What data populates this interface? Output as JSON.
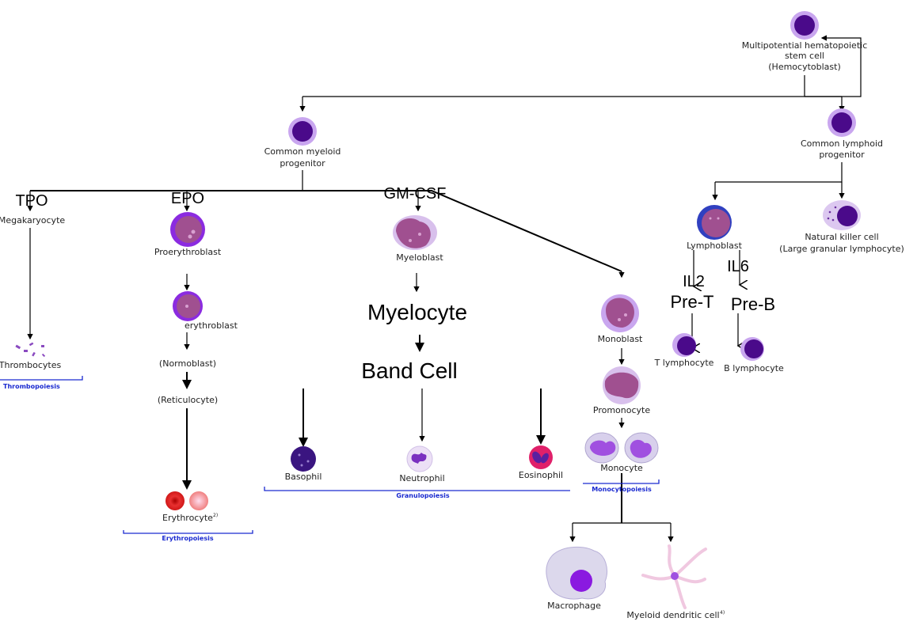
{
  "cells": {
    "hsc": [
      "Multipotential hematopoietic",
      "stem cell",
      "(Hemocytoblast)"
    ],
    "cmp": [
      "Common myeloid",
      "progenitor"
    ],
    "clp": [
      "Common lymphoid",
      "progenitor"
    ],
    "megakaryocyte": "Megakaryocyte",
    "thrombocytes": "Thrombocytes",
    "proerythroblast": "Proerythroblast",
    "erythroblast": "erythroblast",
    "normoblast": "(Normoblast)",
    "reticulocyte": "(Reticulocyte)",
    "erythrocyte": "Erythrocyte",
    "erythrocyte_note": "2)",
    "myeloblast": "Myeloblast",
    "myelocyte": "Myelocyte",
    "band_cell": "Band Cell",
    "basophil": "Basophil",
    "neutrophil": "Neutrophil",
    "eosinophil": "Eosinophil",
    "monoblast": "Monoblast",
    "promonocyte": "Promonocyte",
    "monocyte": "Monocyte",
    "macrophage": "Macrophage",
    "dendritic": "Myeloid dendritic cell",
    "dendritic_note": "4)",
    "lymphoblast": "Lymphoblast",
    "nk": [
      "Natural killer cell",
      "(Large granular lymphocyte)"
    ],
    "pre_t": "Pre-T",
    "pre_b": "Pre-B",
    "t_lymphocyte": "T lymphocyte",
    "b_lymphocyte": "B lymphocyte"
  },
  "factors": {
    "tpo": "TPO",
    "epo": "EPO",
    "gmcsf": "GM-CSF",
    "il2": "IL2",
    "il6": "IL6"
  },
  "groups": {
    "thrombopoiesis": "Thrombopoiesis",
    "erythropoiesis": "Erythropoiesis",
    "granulopoiesis": "Granulopoiesis",
    "monocytopoiesis": "Monocytopoiesis"
  },
  "colors": {
    "bracket": "#1a2ad0",
    "stem_nucleus": "#4a0a8a",
    "stem_ring": "#c9a6ef",
    "erythrocyte": "#e02020",
    "lymphoblast_ring": "#3040c0"
  }
}
